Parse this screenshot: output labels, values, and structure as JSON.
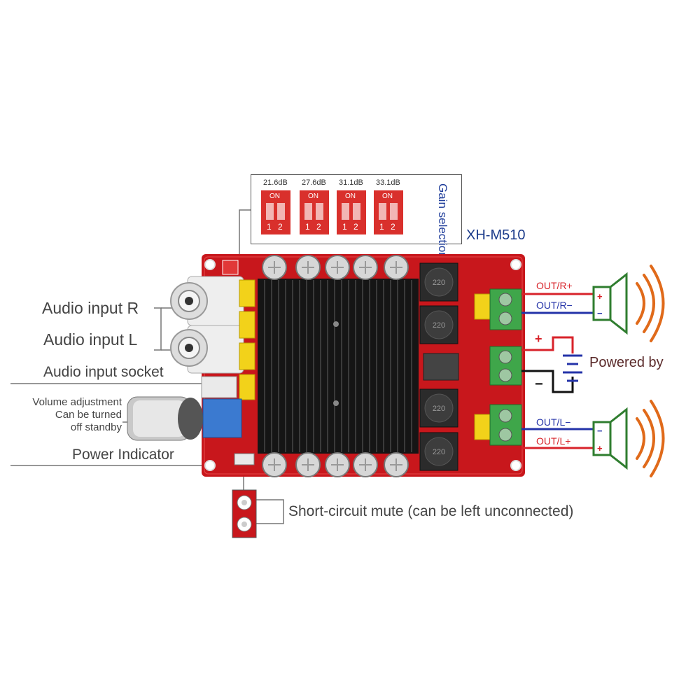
{
  "model": "XH-M510",
  "gain_selection": {
    "title": "Gain selection",
    "options": [
      {
        "db": "21.6dB",
        "on": "ON",
        "switch1": "1",
        "switch2": "2"
      },
      {
        "db": "27.6dB",
        "on": "ON",
        "switch1": "1",
        "switch2": "2"
      },
      {
        "db": "31.1dB",
        "on": "ON",
        "switch1": "1",
        "switch2": "2"
      },
      {
        "db": "33.1dB",
        "on": "ON",
        "switch1": "1",
        "switch2": "2"
      }
    ]
  },
  "labels": {
    "audio_input_r": "Audio input R",
    "audio_input_l": "Audio input L",
    "audio_input_socket": "Audio input socket",
    "volume_line1": "Volume adjustment",
    "volume_line2": "Can be turned",
    "volume_line3": "off standby",
    "power_indicator": "Power Indicator",
    "short_circuit_mute": "Short-circuit mute (can be left unconnected)",
    "powered_by": "Powered by"
  },
  "outputs": {
    "r_plus": "OUT/R+",
    "r_minus": "OUT/R−",
    "l_minus": "OUT/L−",
    "l_plus": "OUT/L+",
    "plus_sign": "+",
    "minus_sign": "−"
  },
  "board": {
    "dip_on": "ON",
    "inductor_value": "220",
    "colors": {
      "pcb": "#c8171c",
      "heatsink": "#151515",
      "terminal": "#3fa64a",
      "cap": "#f2d21a"
    }
  },
  "colors": {
    "red_line": "#d8232a",
    "blue_line": "#2433a8",
    "speaker": "#2f7d2f",
    "wave": "#e06a1a"
  }
}
